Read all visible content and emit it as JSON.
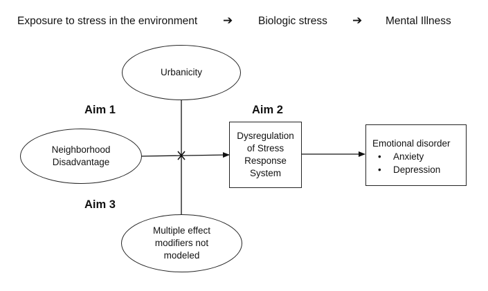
{
  "header": {
    "step1": "Exposure to stress in the environment",
    "step2": "Biologic stress",
    "step3": "Mental Illness",
    "arrow": "➔"
  },
  "aims": {
    "aim1": "Aim 1",
    "aim2": "Aim 2",
    "aim3": "Aim 3"
  },
  "nodes": {
    "urbanicity": "Urbanicity",
    "neighborhood": [
      "Neighborhood",
      "Disadvantage"
    ],
    "dysregulation": [
      "Dysregulation",
      "of Stress",
      "Response",
      "System"
    ],
    "modifiers": [
      "Multiple effect",
      "modifiers not",
      "modeled"
    ],
    "emotional": {
      "title": "Emotional disorder",
      "items": [
        "Anxiety",
        "Depression"
      ],
      "bullet": "•"
    }
  },
  "intersection_mark": "X"
}
